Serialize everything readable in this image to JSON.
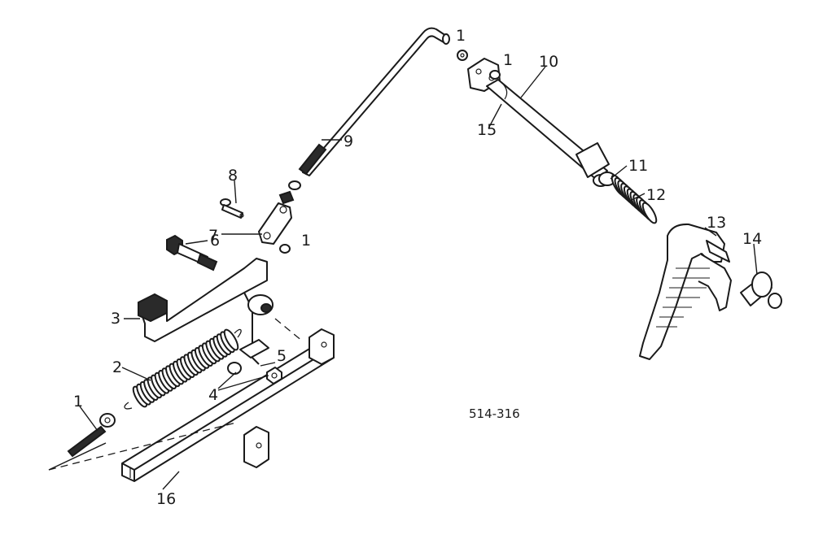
{
  "diagram": {
    "reference_code": "514-316",
    "callouts": [
      {
        "id": "1",
        "label": "1"
      },
      {
        "id": "2",
        "label": "2"
      },
      {
        "id": "3",
        "label": "3"
      },
      {
        "id": "4",
        "label": "4"
      },
      {
        "id": "5",
        "label": "5"
      },
      {
        "id": "6",
        "label": "6"
      },
      {
        "id": "7",
        "label": "7"
      },
      {
        "id": "8",
        "label": "8"
      },
      {
        "id": "9",
        "label": "9"
      },
      {
        "id": "10",
        "label": "10"
      },
      {
        "id": "11",
        "label": "11"
      },
      {
        "id": "12",
        "label": "12"
      },
      {
        "id": "13",
        "label": "13"
      },
      {
        "id": "14",
        "label": "14"
      },
      {
        "id": "15",
        "label": "15"
      },
      {
        "id": "16",
        "label": "16"
      },
      {
        "id": "1b",
        "label": "1"
      },
      {
        "id": "1c",
        "label": "1"
      },
      {
        "id": "1d",
        "label": "1"
      }
    ]
  }
}
